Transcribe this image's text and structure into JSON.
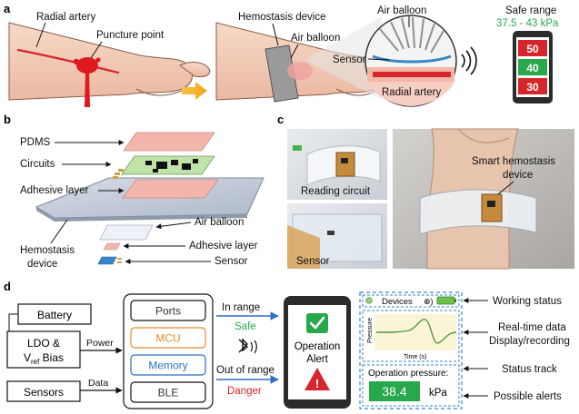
{
  "panel_a": {
    "letter": "a",
    "radial_artery": "Radial artery",
    "puncture_point": "Puncture point",
    "hemostasis_device": "Hemostasis device",
    "air_balloon": "Air balloon",
    "air_balloon_zoom": "Air balloon",
    "sensor": "Sensor",
    "radial_artery_zoom": "Radial artery",
    "safe_range_title": "Safe range",
    "safe_range_value": "37.5 - 43 kPa",
    "phone_values": [
      "50",
      "40",
      "30"
    ],
    "colors": {
      "high": "#d6262b",
      "mid": "#27a84a",
      "low": "#d6262b",
      "safe_text": "#27a84a"
    }
  },
  "panel_b": {
    "letter": "b",
    "pdms": "PDMS",
    "circuits": "Circuits",
    "adhesive_layer_top": "Adhesive layer",
    "air_balloon": "Air balloon",
    "adhesive_layer_bottom": "Adhesive layer",
    "sensor": "Sensor",
    "hemostasis": "Hemostasis",
    "device": "device"
  },
  "panel_c": {
    "letter": "c",
    "reading_circuit": "Reading circuit",
    "sensor": "Sensor",
    "smart_1": "Smart hemostasis",
    "smart_2": "device"
  },
  "panel_d": {
    "letter": "d",
    "battery": "Battery",
    "ldo_1": "LDO &",
    "ldo_v": "V",
    "ldo_ref": "ref",
    "ldo_bias": " Bias",
    "sensors": "Sensors",
    "power": "Power",
    "data": "Data",
    "modules": [
      {
        "label": "Ports",
        "color": "#333333"
      },
      {
        "label": "MCU",
        "color": "#e8892b"
      },
      {
        "label": "Memory",
        "color": "#2f6fbf"
      },
      {
        "label": "BLE",
        "color": "#333333"
      }
    ],
    "in_range": "In range",
    "safe": "Safe",
    "out_of_range": "Out of range",
    "danger": "Danger",
    "operation": "Operation",
    "alert": "Alert",
    "devices": "Devices",
    "pressure_axis": "Pressure",
    "time_axis": "Time (s)",
    "operation_pressure": "Operation pressure:",
    "pressure_value": "38.4",
    "pressure_unit": "kPa",
    "working_status": "Working status",
    "realtime_1": "Real-time data",
    "realtime_2": "Display/recording",
    "status_track": "Status track",
    "possible_alerts": "Possible alerts",
    "colors": {
      "safe": "#27a84a",
      "danger": "#d6262b",
      "arrow_blue": "#2f6fbf",
      "dash": "#3a86c8",
      "value_bg": "#27a84a"
    }
  }
}
